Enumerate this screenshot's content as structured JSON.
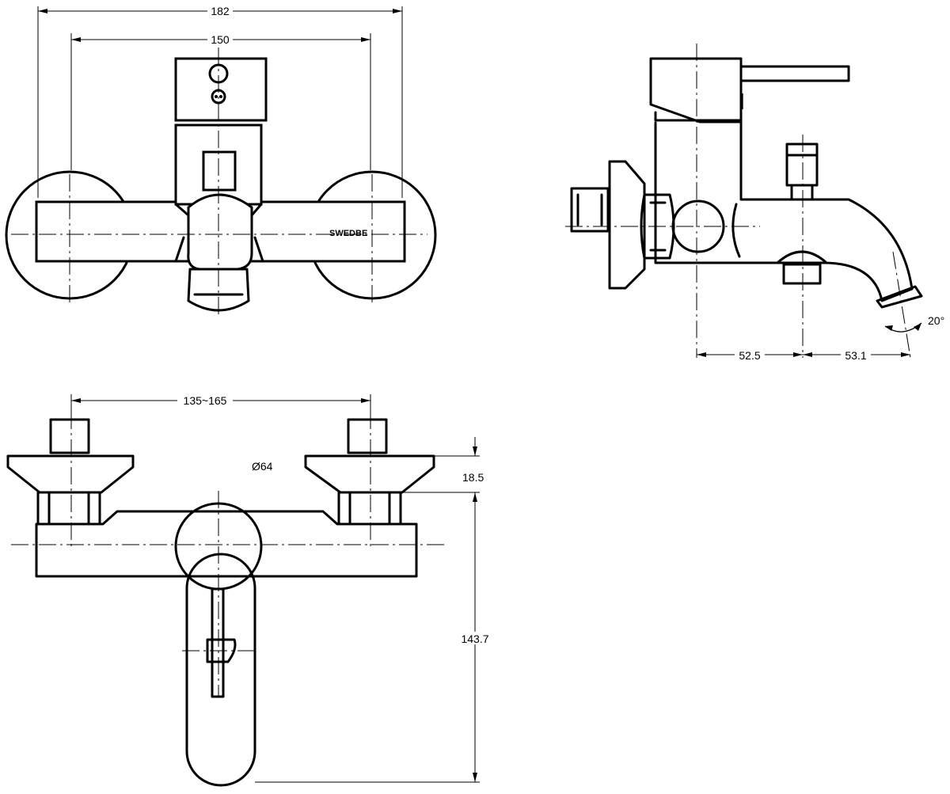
{
  "front_view": {
    "dim_overall": "182",
    "dim_centers": "150",
    "brand": "SWEDBE"
  },
  "side_view": {
    "dim_left": "52.5",
    "dim_right": "53.1",
    "angle": "20°"
  },
  "top_view": {
    "dim_centers_range": "135~165",
    "dim_flange_diameter": "Ø64",
    "dim_flange_height": "18.5",
    "dim_height": "143.7"
  }
}
